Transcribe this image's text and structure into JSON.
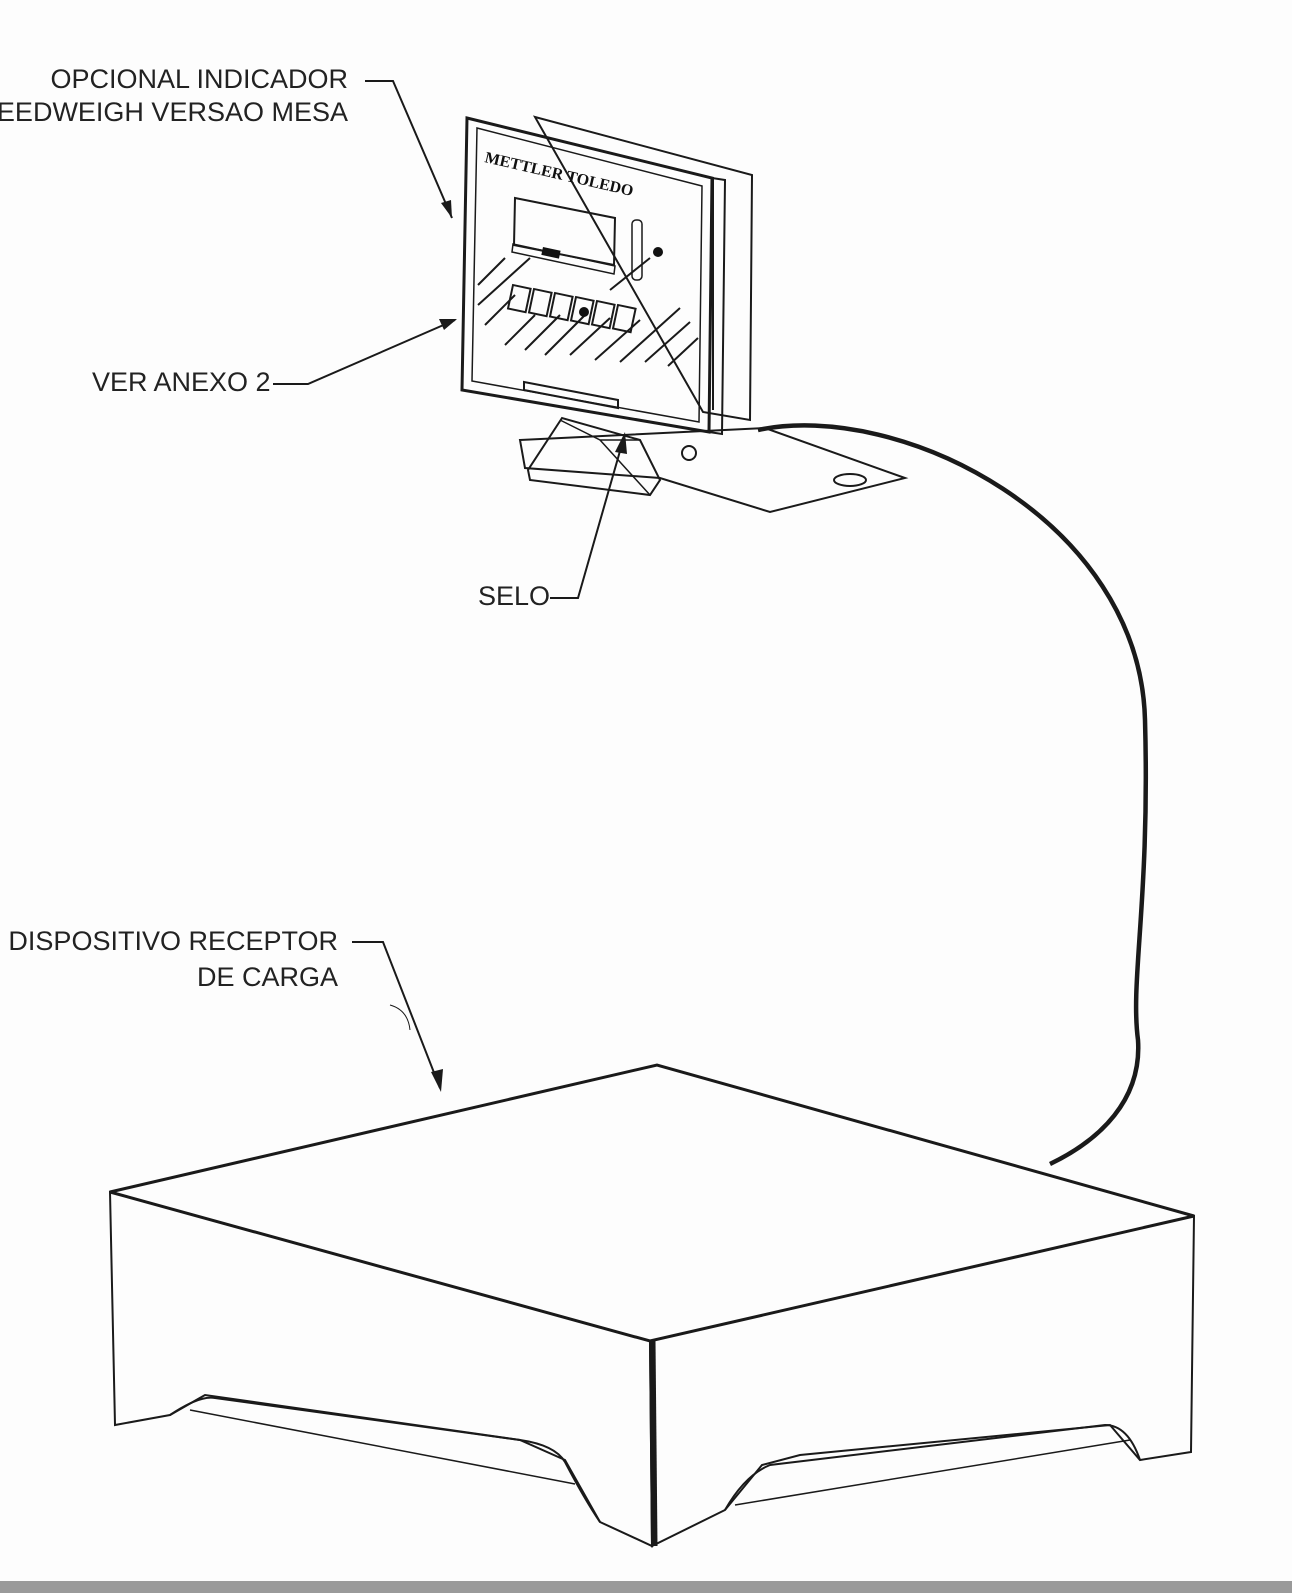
{
  "labels": {
    "indicator_line1": "OPCIONAL INDICADOR",
    "indicator_line2": "SPEEDWEIGH VERSAO MESA",
    "ver_anexo": "VER ANEXO 2",
    "selo": "SELO",
    "receptor_line1": "DISPOSITIVO RECEPTOR",
    "receptor_line2": "DE CARGA"
  },
  "brand": "METTLER TOLEDO",
  "colors": {
    "ink": "#1a1a1a",
    "paper": "#fdfdfd"
  }
}
